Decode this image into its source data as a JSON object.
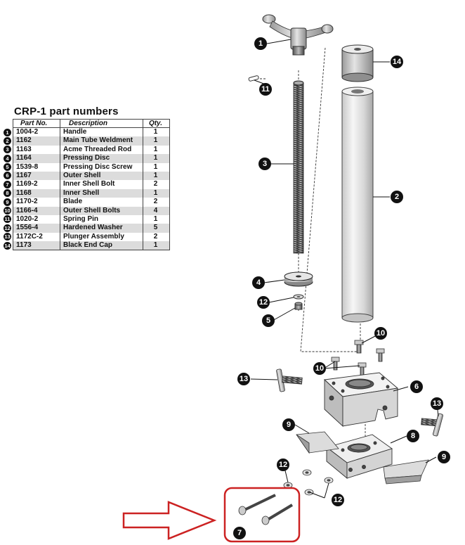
{
  "table": {
    "title": "CRP-1 part numbers",
    "headers": {
      "part_no": "Part No.",
      "description": "Description",
      "qty": "Qty."
    },
    "rows": [
      {
        "n": "1",
        "part_no": "1004-2",
        "description": "Handle",
        "qty": "1"
      },
      {
        "n": "2",
        "part_no": "1162",
        "description": "Main Tube Weldment",
        "qty": "1"
      },
      {
        "n": "3",
        "part_no": "1163",
        "description": "Acme Threaded Rod",
        "qty": "1"
      },
      {
        "n": "4",
        "part_no": "1164",
        "description": "Pressing Disc",
        "qty": "1"
      },
      {
        "n": "5",
        "part_no": "1539-8",
        "description": "Pressing Disc Screw",
        "qty": "1"
      },
      {
        "n": "6",
        "part_no": "1167",
        "description": "Outer Shell",
        "qty": "1"
      },
      {
        "n": "7",
        "part_no": "1169-2",
        "description": "Inner Shell Bolt",
        "qty": "2"
      },
      {
        "n": "8",
        "part_no": "1168",
        "description": "Inner Shell",
        "qty": "1"
      },
      {
        "n": "9",
        "part_no": "1170-2",
        "description": "Blade",
        "qty": "2"
      },
      {
        "n": "10",
        "part_no": "1166-4",
        "description": "Outer Shell Bolts",
        "qty": "4"
      },
      {
        "n": "11",
        "part_no": "1020-2",
        "description": "Spring Pin",
        "qty": "1"
      },
      {
        "n": "12",
        "part_no": "1556-4",
        "description": "Hardened Washer",
        "qty": "5"
      },
      {
        "n": "13",
        "part_no": "1172C-2",
        "description": "Plunger Assembly",
        "qty": "2"
      },
      {
        "n": "14",
        "part_no": "1173",
        "description": "Black End Cap",
        "qty": "1"
      }
    ]
  },
  "callouts": {
    "c1": "1",
    "c2": "2",
    "c3": "3",
    "c4": "4",
    "c5": "5",
    "c6": "6",
    "c7": "7",
    "c8": "8",
    "c9a": "9",
    "c9b": "9",
    "c10a": "10",
    "c10b": "10",
    "c11": "11",
    "c12a": "12",
    "c12b": "12",
    "c12c": "12",
    "c13a": "13",
    "c13b": "13",
    "c14": "14"
  },
  "colors": {
    "highlight": "#cc2222",
    "callout": "#111111",
    "shade": "#dcdcdc"
  }
}
